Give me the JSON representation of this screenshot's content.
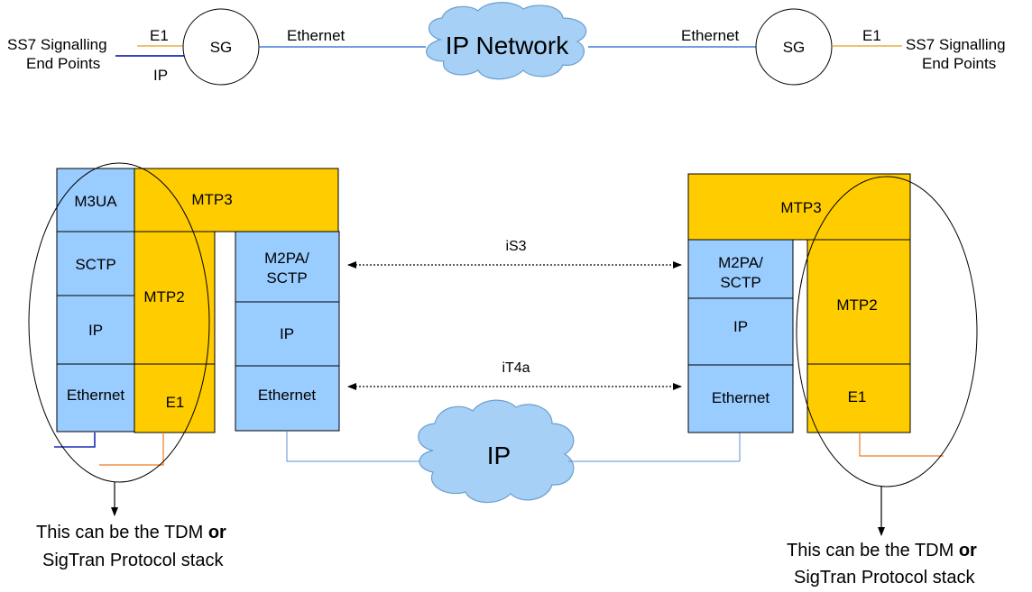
{
  "top": {
    "left_endpoint_line1": "SS7 Signalling",
    "left_endpoint_line2": "End Points",
    "left_e1": "E1",
    "left_ip": "IP",
    "left_sg": "SG",
    "left_ethernet": "Ethernet",
    "network": "IP Network",
    "right_ethernet": "Ethernet",
    "right_sg": "SG",
    "right_e1": "E1",
    "right_endpoint_line1": "SS7 Signalling",
    "right_endpoint_line2": "End Points"
  },
  "left_stack": {
    "m3ua": "M3UA",
    "mtp3": "MTP3",
    "sctp": "SCTP",
    "mtp2": "MTP2",
    "ip": "IP",
    "ethernet": "Ethernet",
    "e1": "E1"
  },
  "left_mid_stack": {
    "m2pa_line1": "M2PA/",
    "m2pa_line2": "SCTP",
    "ip": "IP",
    "ethernet": "Ethernet"
  },
  "right_mid_stack": {
    "m2pa_line1": "M2PA/",
    "m2pa_line2": "SCTP",
    "ip": "IP",
    "ethernet": "Ethernet"
  },
  "right_stack": {
    "mtp3": "MTP3",
    "mtp2": "MTP2",
    "e1": "E1"
  },
  "links": {
    "is3": "iS3",
    "it4a": "iT4a"
  },
  "bottom_cloud": "IP",
  "notes": {
    "left_line1_prefix": "This can be the TDM ",
    "left_line1_bold": "or",
    "left_line2": "SigTran Protocol stack",
    "right_line1_prefix": "This can be the TDM ",
    "right_line1_bold": "or",
    "right_line2": "SigTran Protocol stack"
  },
  "colors": {
    "stack_blue": "#99ccff",
    "stack_yellow": "#ffcc00",
    "cloud": "#a6d0f5"
  }
}
